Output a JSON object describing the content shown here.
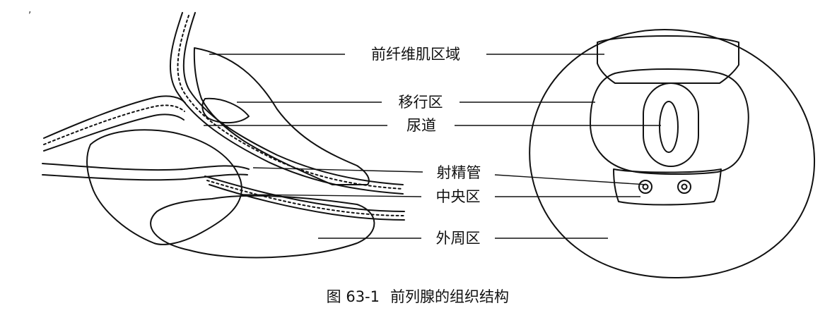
{
  "labels": {
    "fibromuscular": "前纤维肌区域",
    "transition": "移行区",
    "urethra": "尿道",
    "ejaculatory": "射精管",
    "central": "中央区",
    "peripheral": "外周区"
  },
  "caption": {
    "number": "图 63-1",
    "title": "前列腺的组织结构"
  }
}
